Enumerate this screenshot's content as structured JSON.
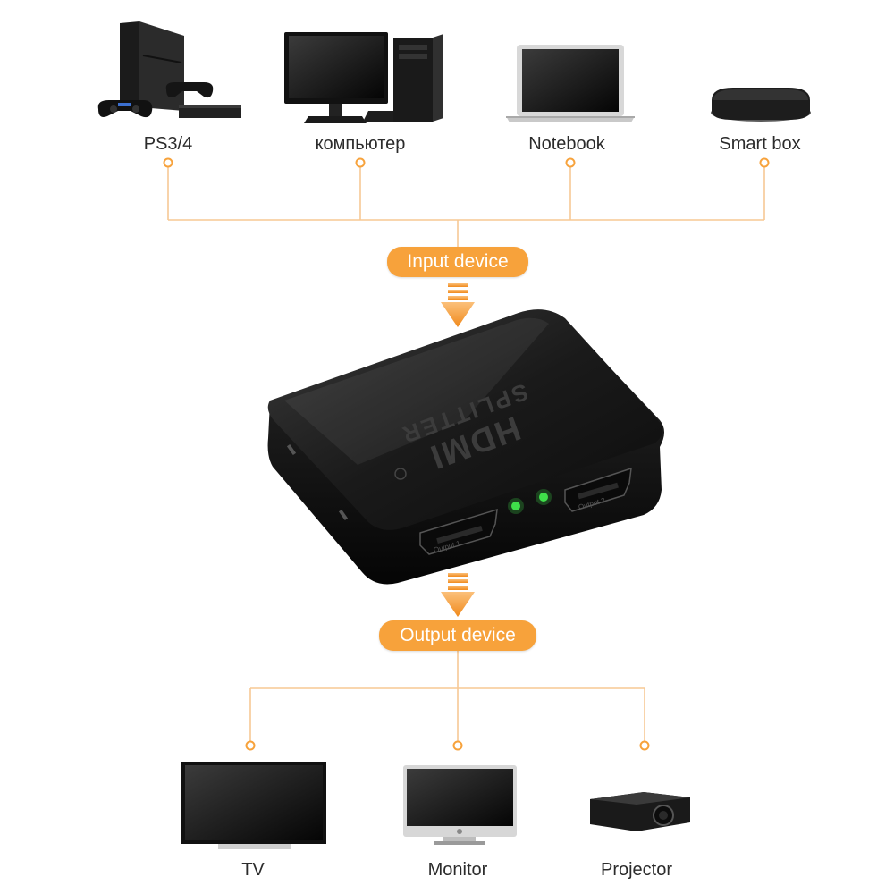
{
  "diagram": {
    "accent_color": "#f7a23b",
    "inputs": [
      {
        "label": "PS3/4",
        "icon": "game-console-icon"
      },
      {
        "label": "компьютер",
        "icon": "desktop-computer-icon"
      },
      {
        "label": "Notebook",
        "icon": "laptop-icon"
      },
      {
        "label": "Smart box",
        "icon": "smart-box-icon"
      }
    ],
    "input_stage": "Input device",
    "output_stage": "Output device",
    "outputs": [
      {
        "label": "TV",
        "icon": "tv-icon"
      },
      {
        "label": "Monitor",
        "icon": "monitor-icon"
      },
      {
        "label": "Projector",
        "icon": "projector-icon"
      }
    ],
    "splitter": {
      "brand": "HDMI",
      "name": "SPLITTER",
      "port_1": "Output 1",
      "port_2": "Output 2"
    }
  }
}
